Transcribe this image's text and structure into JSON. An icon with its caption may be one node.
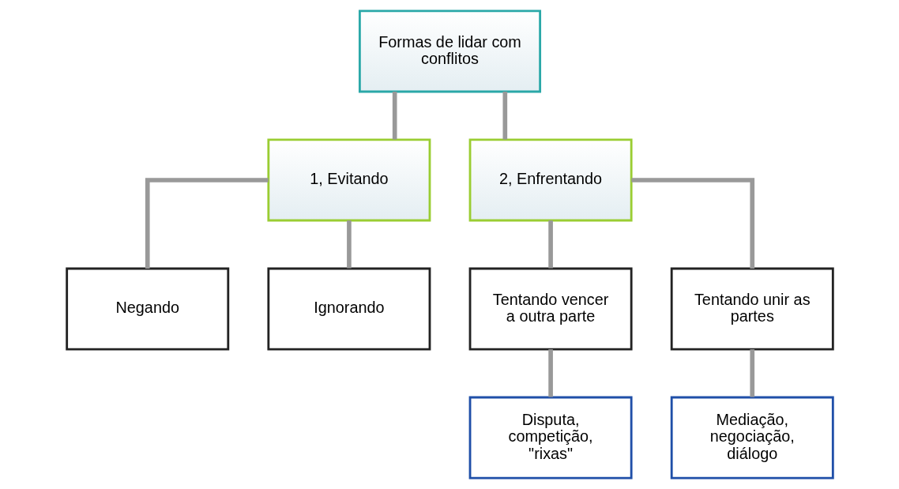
{
  "diagram": {
    "nodes": [
      {
        "text": [
          "Formas de lidar com conflitos"
        ]
      },
      {
        "text": [
          "1, Evitando"
        ]
      },
      {
        "text": [
          "2, Enfrentando"
        ]
      },
      {
        "text": [
          "Negando"
        ]
      },
      {
        "text": [
          "Ignorando"
        ]
      },
      {
        "text": [
          "Tentando vencer a outra parte"
        ]
      },
      {
        "text": [
          "Tentando unir as partes"
        ]
      },
      {
        "text": [
          "Disputa, competição, \"rixas\""
        ]
      },
      {
        "text": [
          "Mediação, negociação, diálogo"
        ]
      }
    ],
    "edges": [
      {
        "from": 0,
        "to": 1,
        "arrow": "none"
      },
      {
        "from": 0,
        "to": 2,
        "arrow": "none"
      },
      {
        "from": 1,
        "to": 3,
        "arrow": "none"
      },
      {
        "from": 1,
        "to": 4,
        "arrow": "none"
      },
      {
        "from": 2,
        "to": 5,
        "arrow": "none"
      },
      {
        "from": 2,
        "to": 6,
        "arrow": "none"
      },
      {
        "from": 5,
        "to": 7,
        "arrow": "none"
      },
      {
        "from": 6,
        "to": 8,
        "arrow": "none"
      }
    ]
  }
}
